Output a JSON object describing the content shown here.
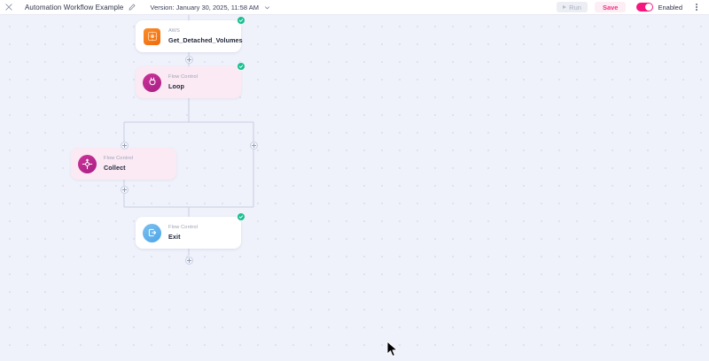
{
  "header": {
    "close_icon": "close-icon",
    "title": "Automation Workflow Example",
    "edit_icon": "pencil-edit-icon",
    "version": "Version: January 30, 2025, 11:58 AM",
    "version_chevron_icon": "chevron-down-icon",
    "run_label": "Run",
    "run_icon": "play-icon",
    "save_label": "Save",
    "toggle_label": "Enabled",
    "toggle_state": "on",
    "menu_icon": "kebab-menu-icon"
  },
  "colors": {
    "accent_pink": "#f5167e",
    "save_bg": "#fdeef5",
    "status_green": "#18bf8f",
    "aws_orange": "#ef6c0c",
    "flow_magenta": "#cc3399",
    "exit_blue": "#4da5e8",
    "canvas_bg": "#eff2fb",
    "edge_stroke": "#c9cfe0"
  },
  "canvas": {
    "nodes": [
      {
        "id": "aws-get-detached-volumes",
        "category": "AWS",
        "name": "Get_Detached_Volumes",
        "icon": "aws-service-icon",
        "status": "success"
      },
      {
        "id": "flow-control-loop",
        "category": "Flow Control",
        "name": "Loop",
        "icon": "loop-icon",
        "status": "success"
      },
      {
        "id": "flow-control-collect",
        "category": "Flow Control",
        "name": "Collect",
        "icon": "collect-icon",
        "status": "none"
      },
      {
        "id": "flow-control-exit",
        "category": "Flow Control",
        "name": "Exit",
        "icon": "exit-icon",
        "status": "success"
      }
    ],
    "add_buttons": [
      {
        "id": "add-after-aws"
      },
      {
        "id": "add-before-collect"
      },
      {
        "id": "add-after-collect"
      },
      {
        "id": "add-loop-right-branch"
      },
      {
        "id": "add-after-exit"
      }
    ]
  }
}
